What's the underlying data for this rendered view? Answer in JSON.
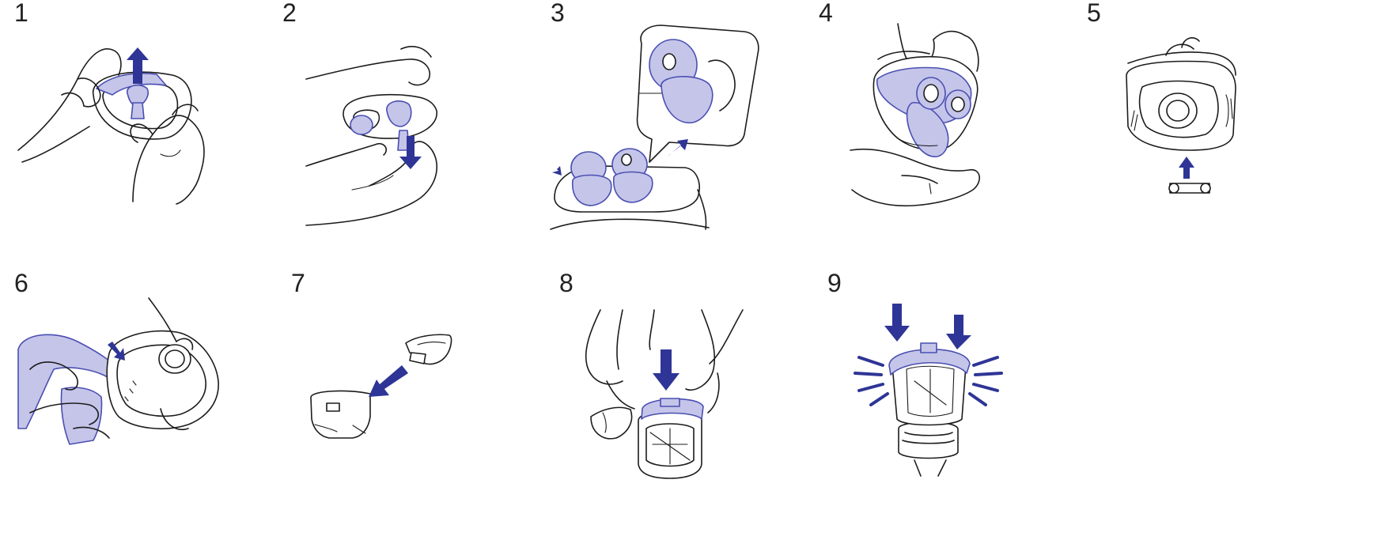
{
  "colors": {
    "part_fill": "#c5c5ea",
    "part_stroke": "#4a4fb0",
    "arrow": "#2e3596",
    "line": "#1c1c1c"
  },
  "steps": [
    {
      "number": "1"
    },
    {
      "number": "2"
    },
    {
      "number": "3"
    },
    {
      "number": "4"
    },
    {
      "number": "5"
    },
    {
      "number": "6"
    },
    {
      "number": "7"
    },
    {
      "number": "8"
    },
    {
      "number": "9"
    }
  ]
}
